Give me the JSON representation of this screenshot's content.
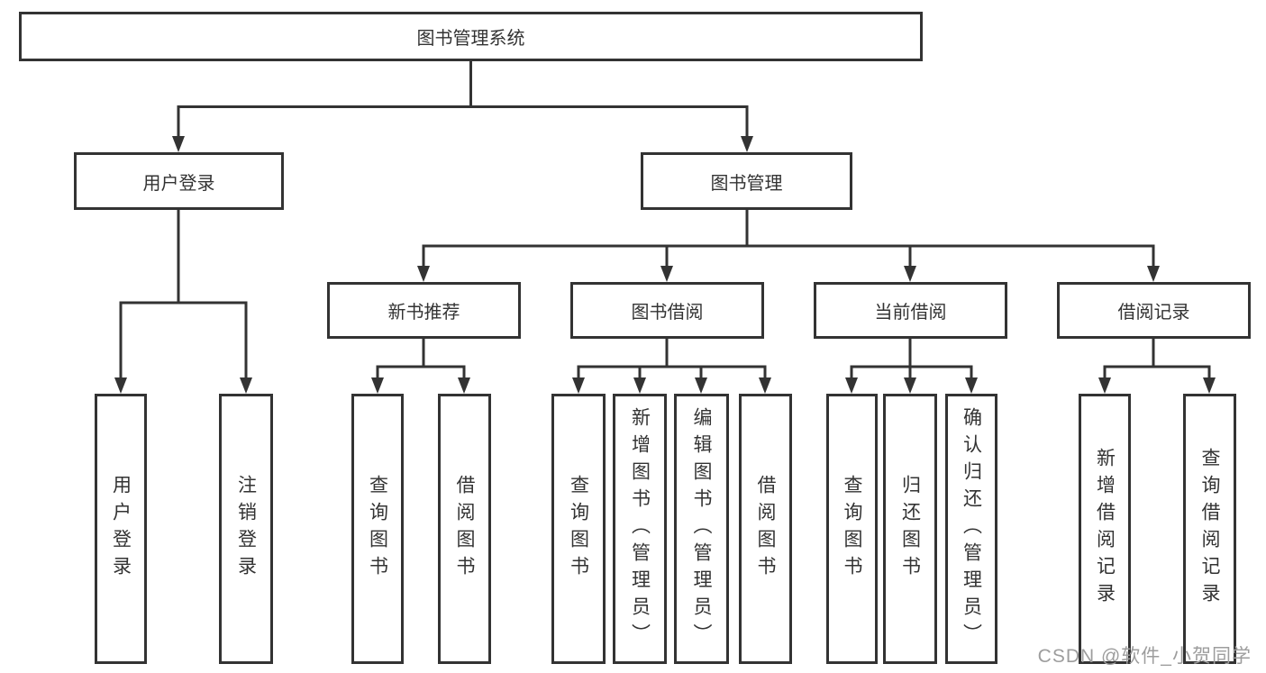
{
  "nodes": {
    "root": "图书管理系统",
    "level2": [
      "用户登录",
      "图书管理"
    ],
    "level3": [
      "新书推荐",
      "图书借阅",
      "当前借阅",
      "借阅记录"
    ],
    "level4": [
      "用户登录",
      "注销登录",
      "查询图书",
      "借阅图书",
      "查询图书",
      "新增图书（管理员）",
      "编辑图书（管理员）",
      "借阅图书",
      "查询图书",
      "归还图书",
      "确认归还（管理员）",
      "新增借阅记录",
      "查询借阅记录"
    ]
  },
  "hierarchy": {
    "图书管理系统": [
      "用户登录",
      "图书管理"
    ],
    "用户登录": [
      "用户登录",
      "注销登录"
    ],
    "图书管理": [
      "新书推荐",
      "图书借阅",
      "当前借阅",
      "借阅记录"
    ],
    "新书推荐": [
      "查询图书",
      "借阅图书"
    ],
    "图书借阅": [
      "查询图书",
      "新增图书（管理员）",
      "编辑图书（管理员）",
      "借阅图书"
    ],
    "当前借阅": [
      "查询图书",
      "归还图书",
      "确认归还（管理员）"
    ],
    "借阅记录": [
      "新增借阅记录",
      "查询借阅记录"
    ]
  },
  "watermark": "CSDN @软件_小贺同学",
  "colors": {
    "line": "#333333",
    "border": "#333333",
    "text": "#333333",
    "watermark": "#9d9d9d",
    "background": "#ffffff"
  }
}
